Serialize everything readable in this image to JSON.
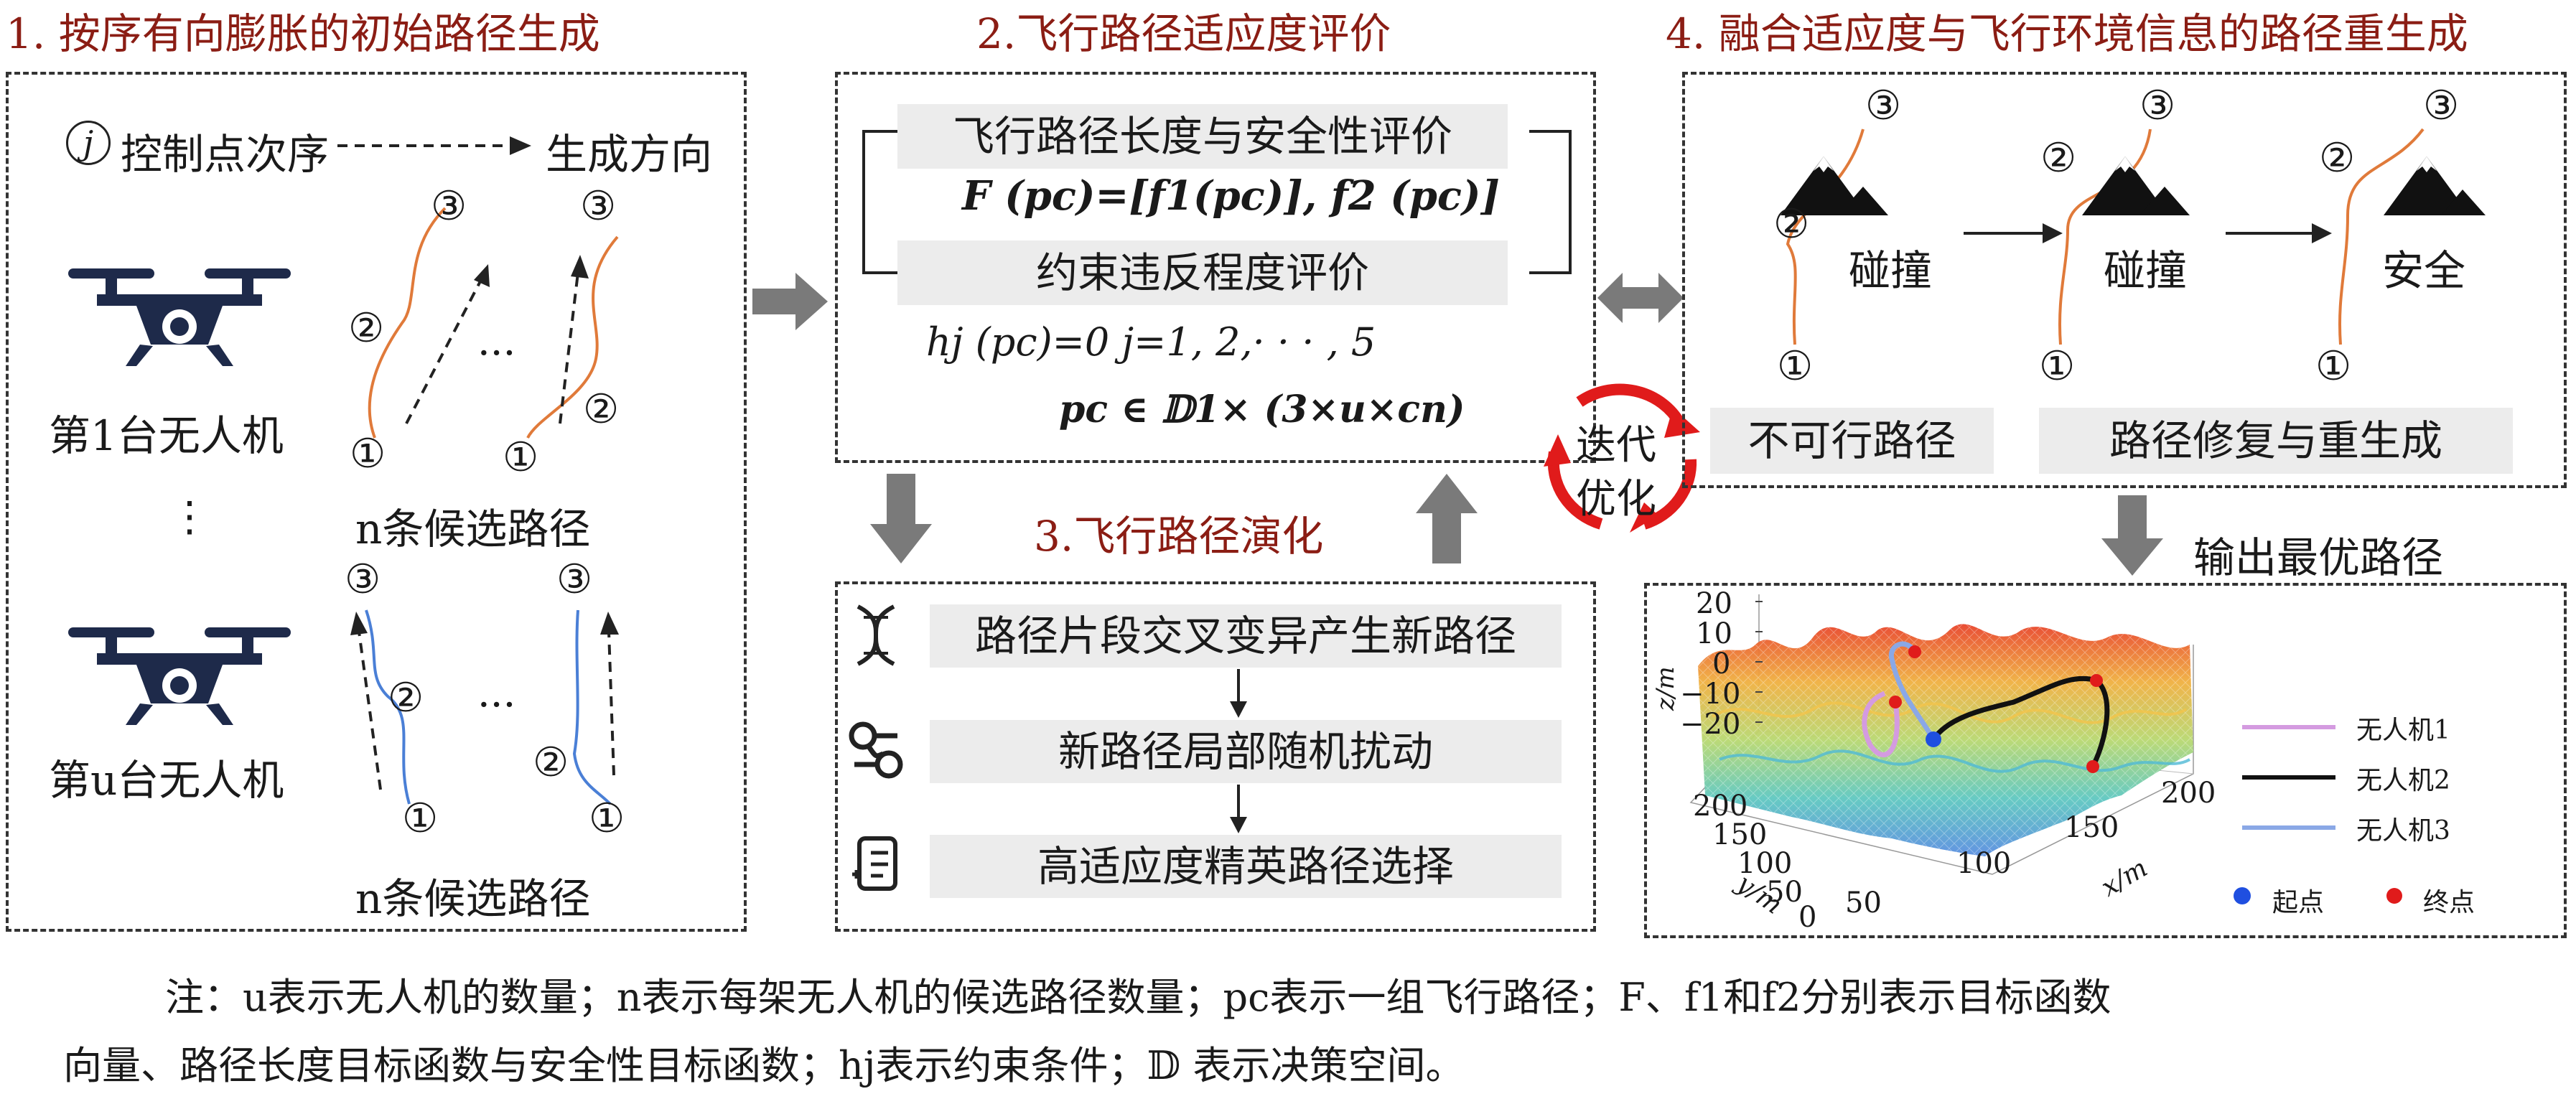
{
  "titles": {
    "t1": "1. 按序有向膨胀的初始路径生成",
    "t2": "2.飞行路径适应度评价",
    "t3": "3.飞行路径演化",
    "t4": "4. 融合适应度与飞行环境信息的路径重生成"
  },
  "panel1": {
    "legend_symbol": "j",
    "legend_text1": "控制点次序",
    "legend_text2": "生成方向",
    "drone1_label": "第1台无人机",
    "drone_u_label": "第u台无人机",
    "vertical_dots": "⋮",
    "candidates_label": "n条候选路径",
    "horizontal_dots": "···",
    "point1": "①",
    "point2": "②",
    "point3": "③"
  },
  "panel2": {
    "box_title": "飞行路径长度与安全性评价",
    "formula": "F (pc)=[f1(pc)], f2 (pc)]",
    "constraint_title": "约束违反程度评价",
    "constraint_eq": "hj (pc)=0    j=1, 2,· · · , 5",
    "domain_eq": "pc ∈ 𝔻1× (3×u×cn)"
  },
  "iterate": {
    "line1": "迭代",
    "line2": "优化"
  },
  "panel3": {
    "step1": "路径片段交叉变异产生新路径",
    "step2": "新路径局部随机扰动",
    "step3": "高适应度精英路径选择"
  },
  "panel4": {
    "collision1": "碰撞",
    "collision2": "碰撞",
    "safe": "安全",
    "infeasible": "不可行路径",
    "repair": "路径修复与重生成",
    "output": "输出最优路径"
  },
  "plot": {
    "z_label": "z/m",
    "y_label": "y/m",
    "x_label": "x/m",
    "z_ticks": [
      "20",
      "10",
      "0",
      "−10",
      "−20"
    ],
    "y_ticks": [
      "200",
      "150",
      "100",
      "50",
      "0"
    ],
    "x_ticks": [
      "50",
      "100",
      "150",
      "200"
    ],
    "legend": [
      "无人机1",
      "无人机2",
      "无人机3"
    ],
    "start_label": "起点",
    "end_label": "终点",
    "colors": {
      "uav1": "#d49be0",
      "uav2": "#111111",
      "uav3": "#8aa8e6",
      "start": "#1f4fe0",
      "end": "#e01b1b"
    }
  },
  "note": {
    "line1": "注：u表示无人机的数量；n表示每架无人机的候选路径数量；pc表示一组飞行路径；F、f1和f2分别表示目标函数",
    "line2": "向量、路径长度目标函数与安全性目标函数；hj表示约束条件；𝔻 表示决策空间。"
  },
  "colors": {
    "title_red": "#8b1d14",
    "drone_navy": "#1e2a4a",
    "path_orange": "#e07a3a",
    "path_blue": "#4a7fd6",
    "arrow_gray": "#7a7a7a",
    "cycle_red": "#e01b1b"
  }
}
